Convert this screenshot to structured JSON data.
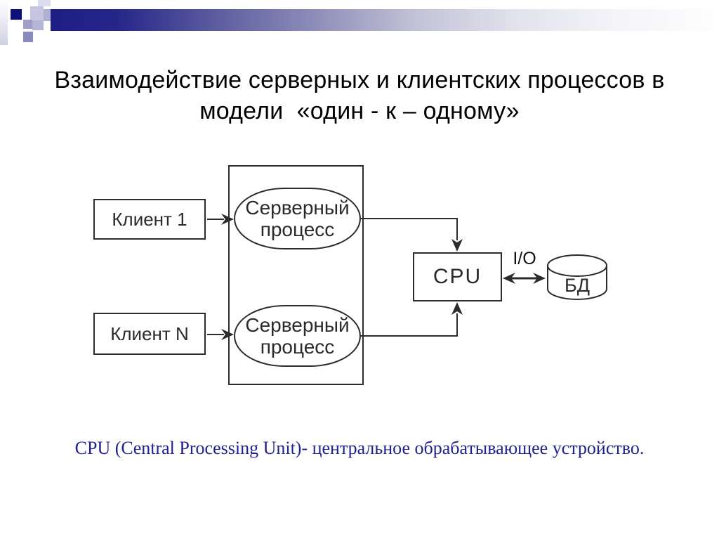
{
  "slide_title": {
    "line1": "Взаимодействие серверных и клиентских процессов в",
    "line2": "модели  «один - к – одному»"
  },
  "diagram": {
    "client1_label": "Клиент 1",
    "clientN_label": "Клиент N",
    "server_process_top": {
      "line1": "Серверный",
      "line2": "процесс"
    },
    "server_process_bottom": {
      "line1": "Серверный",
      "line2": "процесс"
    },
    "cpu_label": "CPU",
    "io_label": "I/O",
    "database_label": "БД"
  },
  "caption": "CPU (Central Processing Unit)- центральное обрабатывающее устройство.",
  "colors": {
    "header_bar_start": "#1d1d84",
    "header_bar_end": "#fefefe",
    "header_square_dark": "#10107c",
    "diagram_stroke": "#2b2b2b",
    "title_text": "#000000",
    "caption_text": "#22228e"
  }
}
